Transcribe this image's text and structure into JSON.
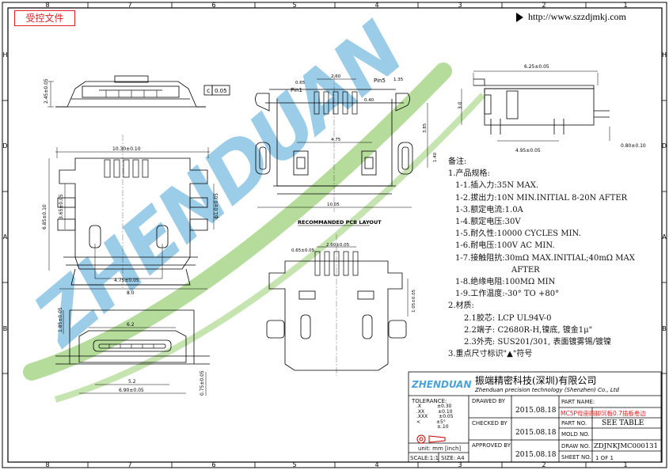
{
  "header": {
    "stamp": "受控文件",
    "url": "http://www.szzdjmkj.com"
  },
  "border": {
    "top_labels": [
      "8",
      "7",
      "6",
      "5",
      "4",
      "3",
      "2",
      "1"
    ],
    "side_labels": [
      "H",
      "D",
      "A",
      "B"
    ]
  },
  "watermark": {
    "text": "ZHENDUAN",
    "color": "#4aa3d6",
    "accent": "#7cc04b"
  },
  "dims": {
    "front_top": {
      "side": "2.45±0.05",
      "flatness_symbol": "c",
      "flatness": "0.05"
    },
    "top_view": {
      "width": "10.30±0.10",
      "height": "6.85±0.10",
      "inner_h": "3.65±0.05",
      "right_h": "ф1.0±0.05",
      "pin_span": "4.75±0.05",
      "overall": "8.0"
    },
    "end_view": {
      "top_h": "1.85±0.05",
      "w1": "6.2",
      "w2": "5.2",
      "w3": "6.90±0.05",
      "right": "0.75±0.05"
    },
    "center_top": {
      "p1": "0.65",
      "p2": "2.60",
      "p3": "1.35",
      "p4": "0.40",
      "pin1": "Pin1",
      "pin5": "Pin5",
      "w1": "4.75",
      "w2": "10.05",
      "h1": "3.85",
      "h2": "1.40"
    },
    "pcb": {
      "title": "RECOMMANDED PCB LAYOUT",
      "p1": "0.65±0.05",
      "p2": "2.60±0.05",
      "h": "1.05±0.05"
    },
    "side_view": {
      "top": "6.25±0.05",
      "bottom": "4.95±0.05",
      "left": "3.0",
      "right": "0.80±0.10"
    }
  },
  "notes": {
    "remark": "备注:",
    "spec_title": "1.产品规格:",
    "spec": [
      "1-1.插入力:35N MAX.",
      "1-2.拔出力:10N MIN.INITIAL 8-20N AFTER",
      "1-3.额定电流:1.0A",
      "1-4.额定电压:30V",
      "1-5.耐久性:10000 CYCLES MIN.",
      "1-6.耐电压:100V AC MIN.",
      "1-7.接触阻抗:30mΩ MAX.INITIAL;40mΩ MAX"
    ],
    "spec_cont": "AFTER",
    "spec2": [
      "1-8.绝缘电阻:100MΩ MIN",
      "1-9.工作温度:-30° TO +80°"
    ],
    "material_title": "2.材质:",
    "materials": [
      "2.1胶芯: LCP UL94V-0",
      "2.2端子: C2680R-H,镍底, 镀金1μ\"",
      "2.3外壳: SUS201/301, 表面镀雾锡/镀镍"
    ],
    "key_dim": "3.重点尺寸标识\"▲\"符号"
  },
  "title_block": {
    "logo": "ZHENDUAN",
    "company_cn": "振端精密科技(深圳)有限公司",
    "company_en": "Zhenduan precision technology (Shenzhen) Co., Ltd",
    "tolerance_label": "TOLERANCE:",
    "tolerances": [
      [
        ".X",
        "±0.30"
      ],
      [
        ".XX",
        "±0.10"
      ],
      [
        ".XXX",
        "±0.05"
      ],
      [
        "<",
        "±5°"
      ],
      [
        "",
        "±.10"
      ]
    ],
    "unit": "unit: mm [inch]",
    "scale": "SCALE:1:1",
    "size": "SIZE: A4",
    "drawn_by": "DRAWED BY",
    "checked_by": "CHECKED BY",
    "approved_by": "APPROVED BY",
    "date1": "2015.08.18",
    "date2": "2015.08.18",
    "date3": "2015.08.18",
    "part_name_label": "PART NAME:",
    "part_name": "MC5P母座四脚沉板0.7插板卷边",
    "part_no_label": "PART NO.",
    "part_no": "SEE TABLE",
    "mold_no_label": "MOLD NO.",
    "draw_no_label": "DRAW NO.",
    "draw_no": "ZDJNKJMC000131",
    "sheet_no_label": "SHEET NO.",
    "sheet_no": "1 OF 1"
  }
}
